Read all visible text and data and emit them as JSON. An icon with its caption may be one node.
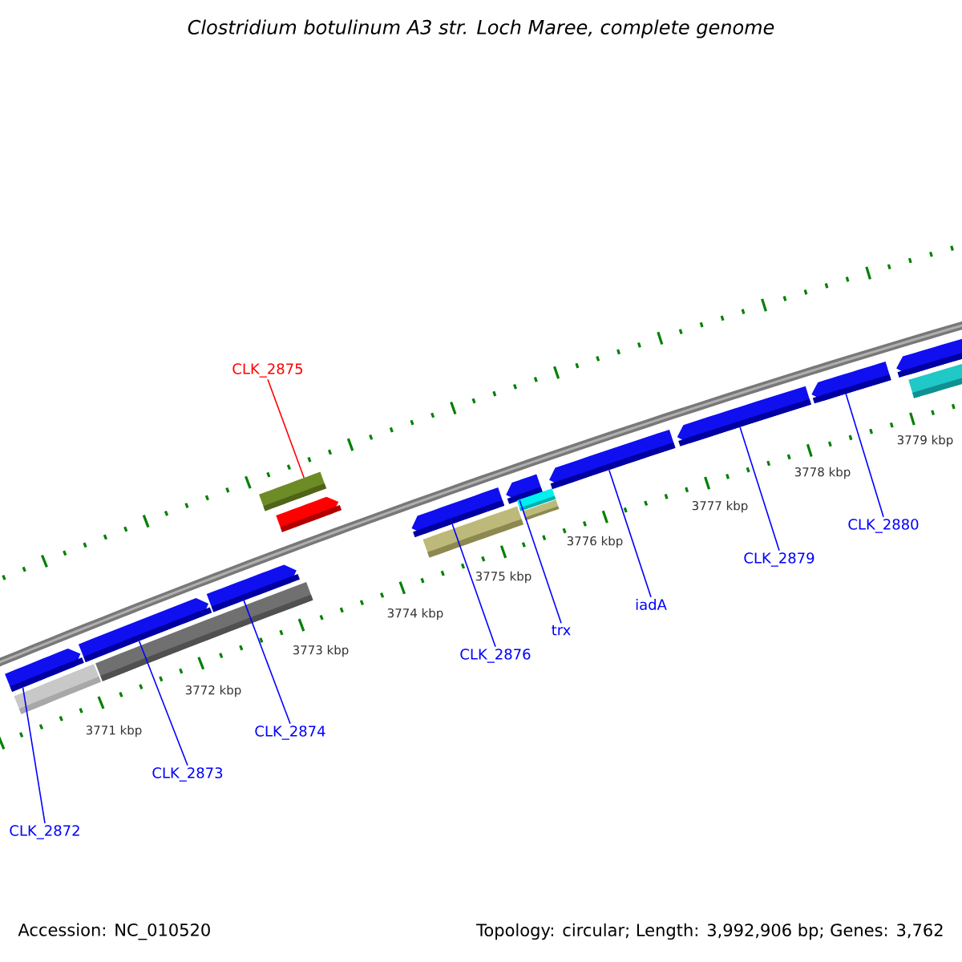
{
  "diagram": {
    "title": "Clostridium botulinum A3 str. Loch Maree, complete genome",
    "nodes": [
      {
        "text": [
          "CLK_2875"
        ]
      },
      {
        "text": [
          "CLK_2880"
        ]
      },
      {
        "text": [
          "CLK_2879"
        ]
      },
      {
        "text": [
          "iadA"
        ]
      },
      {
        "text": [
          "trx"
        ]
      },
      {
        "text": [
          "CLK_2876"
        ]
      },
      {
        "text": [
          "CLK_2874"
        ]
      },
      {
        "text": [
          "CLK_2873"
        ]
      },
      {
        "text": [
          "CLK_2872"
        ]
      },
      {
        "text": [],
        "shape": "bar"
      },
      {
        "text": [],
        "shape": "bar"
      },
      {
        "text": [],
        "shape": "bar"
      },
      {
        "text": [],
        "shape": "bar"
      },
      {
        "text": [],
        "shape": "bar"
      },
      {
        "text": [],
        "shape": "bar"
      },
      {
        "text": [],
        "shape": "bar"
      },
      {
        "text": [],
        "shape": "bar"
      },
      {
        "text": [],
        "shape": "bar"
      },
      {
        "text": [],
        "shape": "bar"
      },
      {
        "text": [],
        "shape": "bar"
      },
      {
        "text": [],
        "shape": "bar"
      },
      {
        "text": [],
        "shape": "bar"
      },
      {
        "text": [],
        "shape": "bar"
      },
      {
        "text": [],
        "shape": "bar"
      },
      {
        "text": [],
        "shape": "bar"
      },
      {
        "text": [],
        "shape": "bar"
      }
    ],
    "edges": [
      {
        "from": 0,
        "to": 14,
        "arrow": "none",
        "color": "#ff0000"
      },
      {
        "from": 1,
        "to": 23,
        "arrow": "none"
      },
      {
        "from": 2,
        "to": 22,
        "arrow": "none"
      },
      {
        "from": 3,
        "to": 21,
        "arrow": "none"
      },
      {
        "from": 4,
        "to": 18,
        "arrow": "none"
      },
      {
        "from": 5,
        "to": 16,
        "arrow": "none"
      },
      {
        "from": 6,
        "to": 13,
        "arrow": "none"
      },
      {
        "from": 7,
        "to": 11,
        "arrow": "none"
      },
      {
        "from": 8,
        "to": 9,
        "arrow": "none"
      }
    ],
    "labels": [
      "3779 kbp",
      "3778 kbp",
      "3777 kbp",
      "3776 kbp",
      "3775 kbp",
      "3774 kbp",
      "3773 kbp",
      "3772 kbp",
      "3771 kbp",
      "Accession: NC_010520",
      "Topology: circular; Length: 3,992,906 bp; Genes: 3,762"
    ]
  }
}
